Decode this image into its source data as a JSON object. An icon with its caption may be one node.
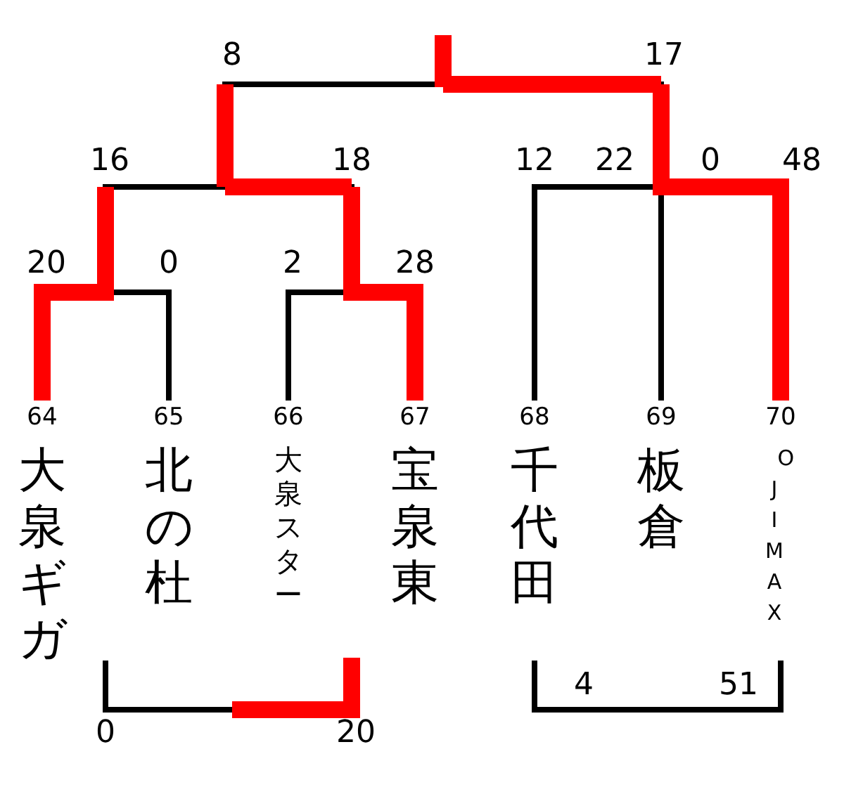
{
  "diagram": {
    "nodes": [
      {
        "text": [
          "大泉ギガ"
        ],
        "beside": [
          "64"
        ]
      },
      {
        "text": [
          "北の杜"
        ],
        "beside": [
          "65"
        ]
      },
      {
        "text": [
          "大泉スター"
        ],
        "beside": [
          "66"
        ]
      },
      {
        "text": [
          "宝泉東"
        ],
        "beside": [
          "67"
        ]
      },
      {
        "text": [
          "千代田"
        ],
        "beside": [
          "68"
        ]
      },
      {
        "text": [
          "板倉"
        ],
        "beside": [
          "69"
        ]
      },
      {
        "text": [
          "OJIMAX"
        ],
        "beside": [
          "70"
        ]
      }
    ],
    "edges": [
      {
        "from": 0,
        "to": 1,
        "arrow": "none"
      },
      {
        "from": 2,
        "to": 3,
        "arrow": "none"
      },
      {
        "from": 4,
        "to": 5,
        "arrow": "none"
      }
    ],
    "labels": [
      "8",
      "17",
      "16",
      "18",
      "12",
      "22",
      "0",
      "48",
      "20",
      "0",
      "2",
      "28",
      "4",
      "51",
      "0",
      "20"
    ]
  }
}
